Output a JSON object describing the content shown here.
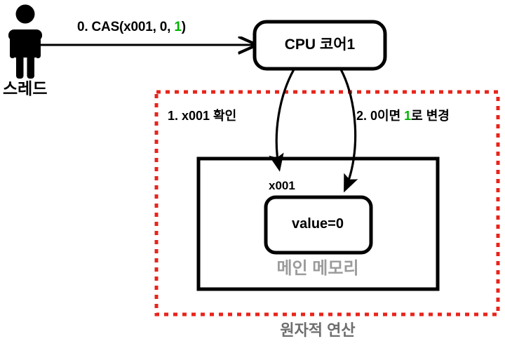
{
  "diagram": {
    "title_caption": "원자적 연산",
    "actor": {
      "icon": "person-icon",
      "label": "스레드"
    },
    "request_arrow": {
      "label_prefix": "0. CAS(x001, 0, ",
      "label_highlight": "1",
      "label_suffix": ")"
    },
    "cpu": {
      "label": "CPU 코어1"
    },
    "steps": [
      {
        "id": "step-1",
        "text": "1. x001 확인"
      },
      {
        "id": "step-2",
        "prefix": "2. 0이면 ",
        "highlight": "1",
        "suffix": "로 변경"
      }
    ],
    "memory": {
      "label": "메인 메모리",
      "address_label": "x001",
      "cell_value": "value=0"
    },
    "colors": {
      "highlight_green": "#00b400",
      "dashed_red": "#e8241b",
      "memory_gray": "#9b9b9b",
      "caption_gray": "#6e6e6e",
      "stroke_black": "#000000"
    }
  }
}
